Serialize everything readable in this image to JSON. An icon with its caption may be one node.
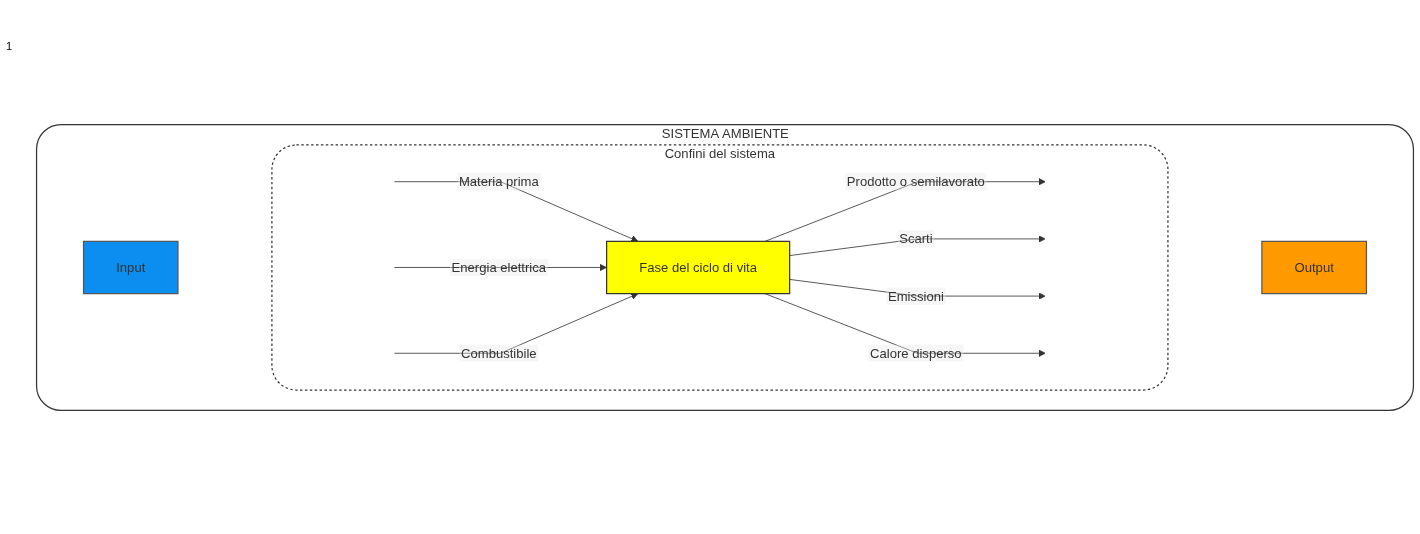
{
  "diagram": {
    "nodes": [
      {
        "text": [
          "SISTEMA AMBIENTE"
        ]
      },
      {
        "text": [
          "Input"
        ],
        "in": 0
      },
      {
        "text": [
          "Confini del sistema"
        ],
        "in": 0
      },
      {
        "text": [
          "Fase del ciclo di vita"
        ],
        "in": 2
      },
      {
        "text": [
          "Output"
        ],
        "in": 0
      }
    ],
    "edges": [
      {
        "from": null,
        "to": 3,
        "arrow": "to",
        "label": "Materia prima"
      },
      {
        "from": null,
        "to": 3,
        "arrow": "to",
        "label": "Energia elettrica"
      },
      {
        "from": null,
        "to": 3,
        "arrow": "to",
        "label": "Combustibile"
      },
      {
        "from": 3,
        "to": null,
        "arrow": "to",
        "label": "Prodotto o semilavorato"
      },
      {
        "from": 3,
        "to": null,
        "arrow": "to",
        "label": "Scarti"
      },
      {
        "from": 3,
        "to": null,
        "arrow": "to",
        "label": "Emissioni"
      },
      {
        "from": 3,
        "to": null,
        "arrow": "to",
        "label": "Calore disperso"
      }
    ],
    "labels": [
      "1"
    ]
  }
}
